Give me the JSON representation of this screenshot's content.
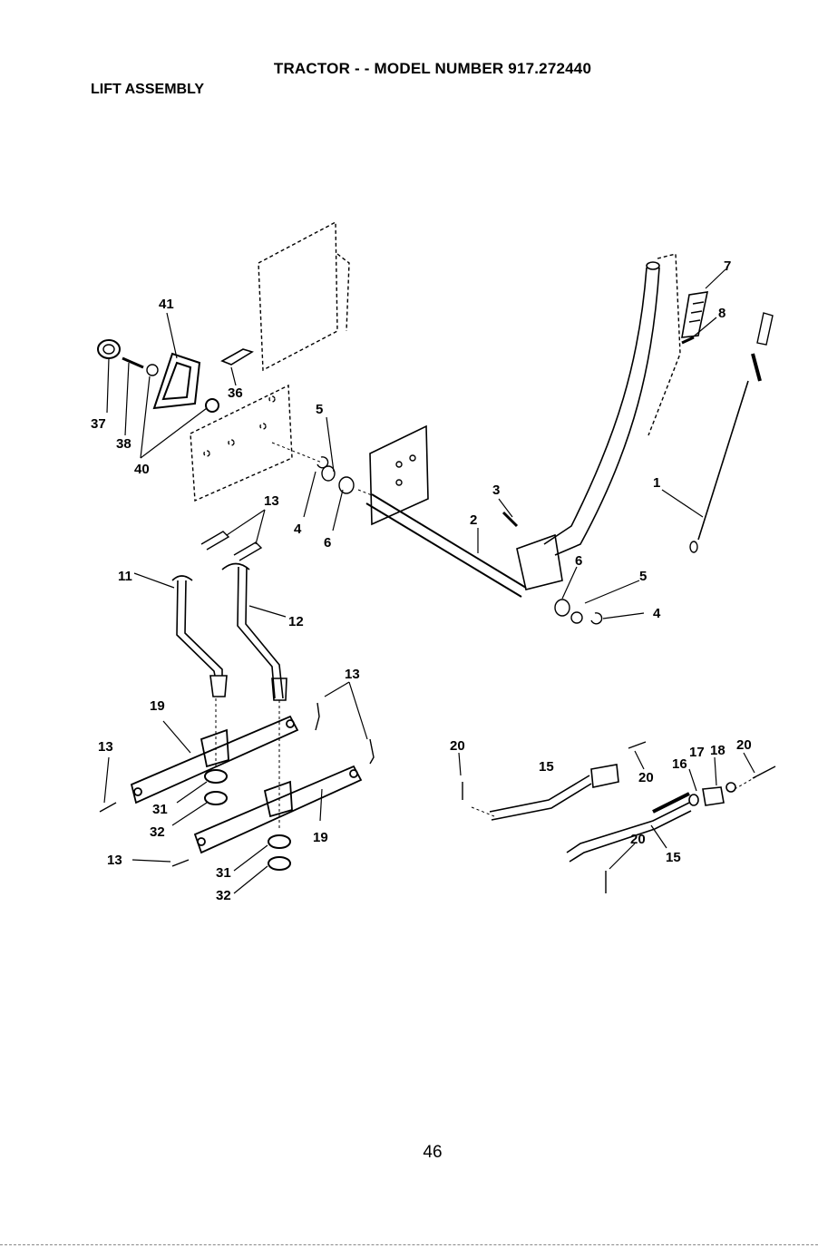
{
  "header": {
    "title": "TRACTOR - - MODEL NUMBER 917.272440",
    "section": "LIFT ASSEMBLY"
  },
  "footer": {
    "page_number": "46"
  },
  "callouts": {
    "c1": "1",
    "c2": "2",
    "c3": "3",
    "c4a": "4",
    "c4b": "4",
    "c5a": "5",
    "c5b": "5",
    "c6a": "6",
    "c6b": "6",
    "c7": "7",
    "c8": "8",
    "c11": "11",
    "c12": "12",
    "c13a": "13",
    "c13b": "13",
    "c13c": "13",
    "c13d": "13",
    "c15a": "15",
    "c15b": "15",
    "c16": "16",
    "c17": "17",
    "c18": "18",
    "c19a": "19",
    "c19b": "19",
    "c20a": "20",
    "c20b": "20",
    "c20c": "20",
    "c20d": "20",
    "c31a": "31",
    "c31b": "31",
    "c32a": "32",
    "c32b": "32",
    "c36": "36",
    "c37": "37",
    "c38": "38",
    "c40": "40",
    "c41": "41"
  }
}
